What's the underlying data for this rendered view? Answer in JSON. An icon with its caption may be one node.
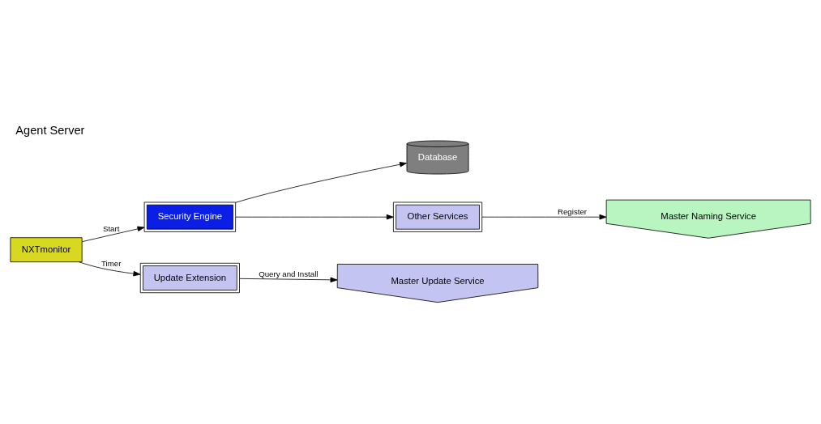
{
  "diagram": {
    "title": "Agent Server",
    "nodes": [
      {
        "text": [
          "Database"
        ]
      },
      {
        "text": [
          "Security Engine"
        ]
      },
      {
        "text": [
          "Other Services"
        ]
      },
      {
        "text": [
          "Master Naming Service"
        ]
      },
      {
        "text": [
          "NXTmonitor"
        ]
      },
      {
        "text": [
          "Update Extension"
        ]
      },
      {
        "text": [
          "Master Update Service"
        ]
      }
    ],
    "edges": [
      {
        "from": 1,
        "to": 0,
        "arrow": "to"
      },
      {
        "from": 4,
        "to": 1,
        "arrow": "to",
        "label": "Start"
      },
      {
        "from": 1,
        "to": 2,
        "arrow": "to"
      },
      {
        "from": 2,
        "to": 3,
        "arrow": "to",
        "label": "Register"
      },
      {
        "from": 4,
        "to": 5,
        "arrow": "to",
        "label": "Timer"
      },
      {
        "from": 5,
        "to": 6,
        "arrow": "to",
        "label": "Query and Install"
      }
    ]
  }
}
